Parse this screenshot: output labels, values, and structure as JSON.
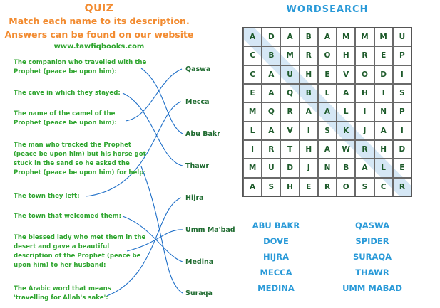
{
  "quiz": {
    "title": "QUIZ",
    "subtitle1": "Match each name to its description.",
    "subtitle2": "Answers can be found on our website",
    "website": "www.tawfiqbooks.com",
    "questions": [
      "The companion who travelled with the Prophet (peace be upon him):",
      "The cave in which they stayed:",
      "The name of the camel of the Prophet (peace be upon him):",
      "The man who tracked the Prophet (peace be upon him) but his horse got stuck in the sand so he asked the Prophet (peace be upon him) for help:",
      "The town they left:",
      "The town that welcomed them:",
      "The blessed lady who met them in the desert and gave a beautiful description of the Prophet (peace be upon him) to her husband:",
      "The Arabic word that means 'travelling for Allah's sake':"
    ],
    "answers": [
      "Qaswa",
      "Mecca",
      "Abu Bakr",
      "Thawr",
      "Hijra",
      "Umm Ma'bad",
      "Medina",
      "Suraqa"
    ]
  },
  "wordsearch": {
    "title": "WORDSEARCH",
    "grid": [
      [
        "A",
        "D",
        "A",
        "B",
        "A",
        "M",
        "M",
        "M",
        "U"
      ],
      [
        "C",
        "B",
        "M",
        "R",
        "O",
        "H",
        "R",
        "E",
        "P"
      ],
      [
        "C",
        "A",
        "U",
        "H",
        "E",
        "V",
        "O",
        "D",
        "I"
      ],
      [
        "E",
        "A",
        "Q",
        "B",
        "L",
        "A",
        "H",
        "I",
        "S"
      ],
      [
        "M",
        "Q",
        "R",
        "A",
        "A",
        "L",
        "I",
        "N",
        "P"
      ],
      [
        "L",
        "A",
        "V",
        "I",
        "S",
        "K",
        "J",
        "A",
        "I"
      ],
      [
        "I",
        "R",
        "T",
        "H",
        "A",
        "W",
        "R",
        "H",
        "D"
      ],
      [
        "M",
        "U",
        "D",
        "J",
        "N",
        "B",
        "A",
        "L",
        "E"
      ],
      [
        "A",
        "S",
        "H",
        "E",
        "R",
        "O",
        "S",
        "C",
        "R"
      ]
    ],
    "words_left": [
      "ABU BAKR",
      "DOVE",
      "HIJRA",
      "MECCA",
      "MEDINA"
    ],
    "words_right": [
      "QASWA",
      "SPIDER",
      "SURAQA",
      "THAWR",
      "UMM MABAD"
    ],
    "accent_color": "#2a9ad8",
    "highlight_color": "#d5e7f5"
  }
}
